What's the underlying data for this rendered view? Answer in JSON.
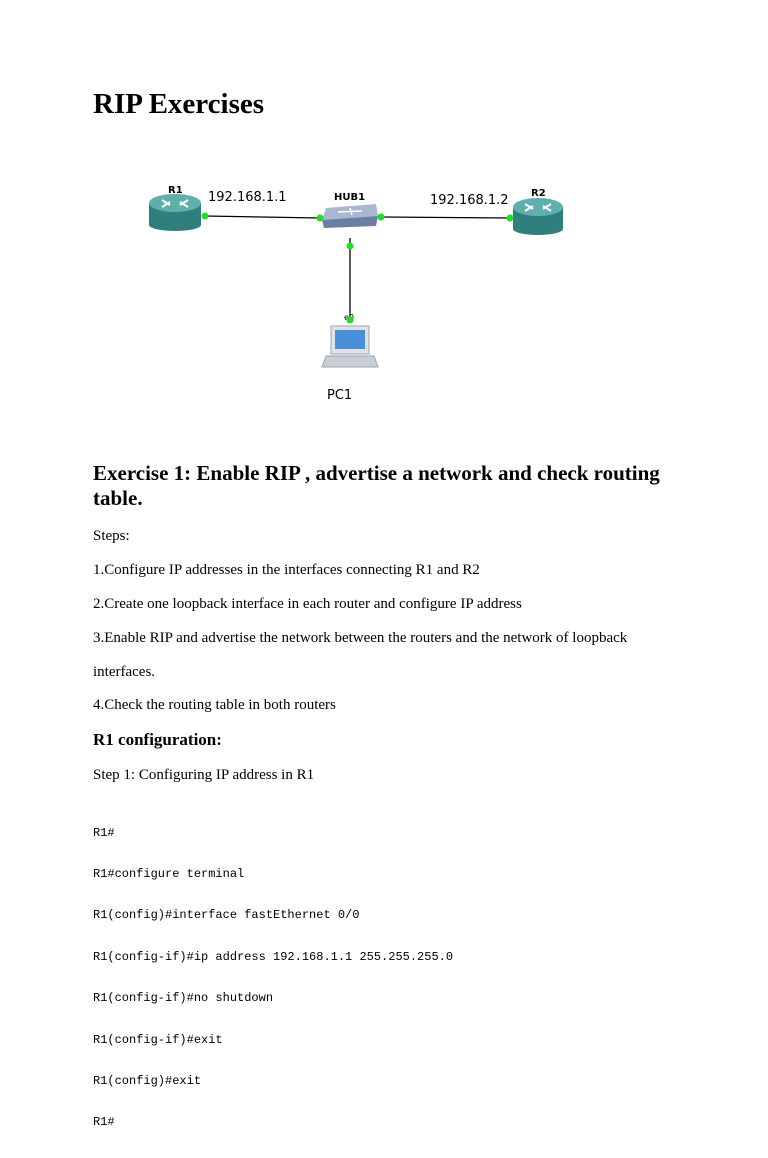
{
  "document": {
    "title": "RIP Exercises",
    "diagram": {
      "devices": {
        "r1": "R1",
        "hub1": "HUB1",
        "r2": "R2",
        "pc_port": "e0",
        "pc1": "PC1"
      },
      "links": {
        "r1_ip": "192.168.1.1",
        "r2_ip": "192.168.1.2"
      },
      "colors": {
        "router": "#3d8f8c",
        "hub": "#7d92b5",
        "link_dot": "#22dd22"
      }
    },
    "exercise1": {
      "heading": "Exercise 1: Enable RIP , advertise a network and check routing table.",
      "steps_label": "Steps:",
      "step1": "1.Configure IP addresses in the interfaces connecting R1 and R2",
      "step2": "2.Create one loopback interface in each router and configure IP address",
      "step3_line1": "3.Enable RIP and advertise the network between the routers and the network of loopback",
      "step3_line2": "interfaces.",
      "step4": "4.Check the routing table in both routers"
    },
    "r1_config": {
      "heading": "R1 configuration:",
      "step1_label": "Step 1: Configuring IP address in R1",
      "code_lines": [
        "R1#",
        "R1#configure terminal",
        "R1(config)#interface fastEthernet 0/0",
        "R1(config-if)#ip address 192.168.1.1 255.255.255.0",
        "R1(config-if)#no shutdown",
        "R1(config-if)#exit",
        "R1(config)#exit",
        "R1#"
      ]
    }
  }
}
